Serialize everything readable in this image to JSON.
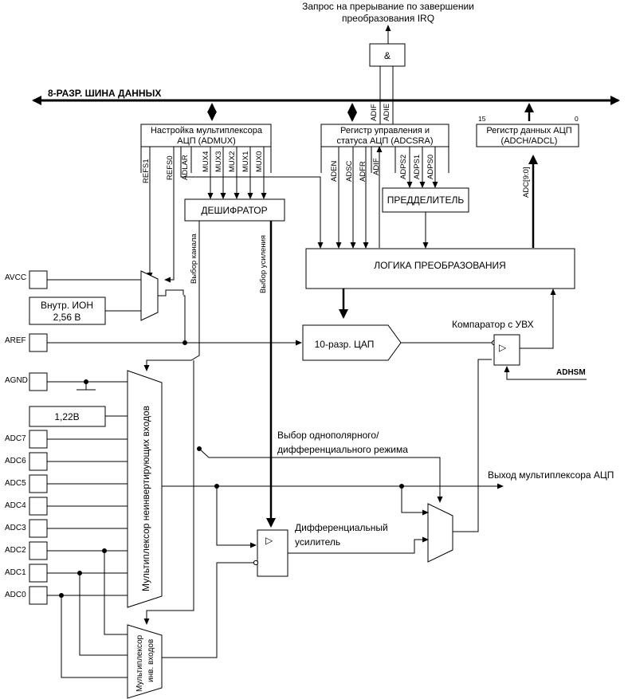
{
  "irq_request": {
    "line1": "Запрос на прерывание по завершении",
    "line2": "преобразования IRQ"
  },
  "and_gate_symbol": "&",
  "bus_label": "8-РАЗР. ШИНА ДАННЫХ",
  "admux": {
    "line1": "Настройка мультиплексора",
    "line2": "АЦП (ADMUX)",
    "bits": [
      "REFS1",
      "REFS0",
      "ADLAR",
      "MUX4",
      "MUX3",
      "MUX2",
      "MUX1",
      "MUX0"
    ]
  },
  "adcsra": {
    "line1": "Регистр управления и",
    "line2": "статуса АЦП (ADCSRA)",
    "bits": [
      "ADEN",
      "ADSC",
      "ADFR",
      "ADIF",
      "ADPS2",
      "ADPS1",
      "ADPS0"
    ],
    "top_bits": [
      "ADIF",
      "ADIE"
    ]
  },
  "adc_data": {
    "line1": "Регистр данных АЦП",
    "line2": "(ADCH/ADCL)",
    "bit_hi": "15",
    "bit_lo": "0",
    "bus": "ADC[9:0]"
  },
  "decoder": "ДЕШИФРАТОР",
  "prescaler": "ПРЕДДЕЛИТЕЛЬ",
  "conversion_logic": "ЛОГИКА ПРЕОБРАЗОВАНИЯ",
  "channel_select": "Выбор канала",
  "gain_select": "Выбор усиления",
  "avcc": "AVCC",
  "internal_ref": {
    "line1": "Внутр. ИОН",
    "line2": "2,56 В"
  },
  "aref": "AREF",
  "dac": "10-разр. ЦАП",
  "comparator": "Компаратор с УВХ",
  "adhsm": "ADHSM",
  "agnd": "AGND",
  "bandgap": "1,22В",
  "adc_inputs": [
    "ADC7",
    "ADC6",
    "ADC5",
    "ADC4",
    "ADC3",
    "ADC2",
    "ADC1",
    "ADC0"
  ],
  "noninv_mux": "Мультиплексор неинвертирующих входов",
  "inv_mux": {
    "line1": "Мультиплексор",
    "line2": "инв. входов"
  },
  "mode_select": {
    "line1": "Выбор однополярного/",
    "line2": "дифференциального режима"
  },
  "mux_output": "Выход мультиплексора АЦП",
  "diff_amp": {
    "line1": "Дифференциальный",
    "line2": "усилитель"
  },
  "triangle_glyph": "▷"
}
